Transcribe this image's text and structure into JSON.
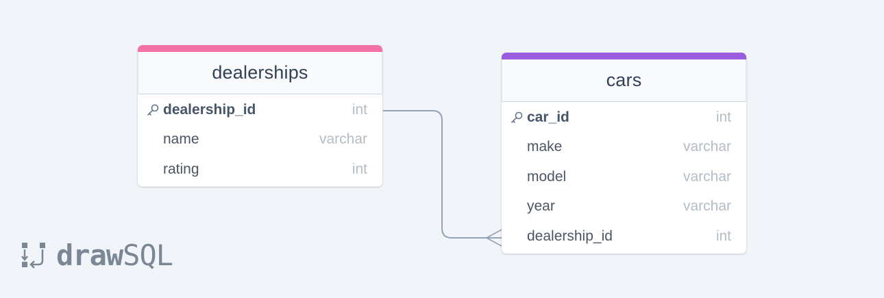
{
  "colors": {
    "background": "#f1f5f9",
    "dealerships_accent": "#f472a6",
    "cars_accent": "#9b5cdd",
    "connector": "#94a3b8"
  },
  "tables": [
    {
      "title": "dealerships",
      "columns": [
        {
          "name": "dealership_id",
          "type": "int",
          "primary_key": true
        },
        {
          "name": "name",
          "type": "varchar",
          "primary_key": false
        },
        {
          "name": "rating",
          "type": "int",
          "primary_key": false
        }
      ]
    },
    {
      "title": "cars",
      "columns": [
        {
          "name": "car_id",
          "type": "int",
          "primary_key": true
        },
        {
          "name": "make",
          "type": "varchar",
          "primary_key": false
        },
        {
          "name": "model",
          "type": "varchar",
          "primary_key": false
        },
        {
          "name": "year",
          "type": "varchar",
          "primary_key": false
        },
        {
          "name": "dealership_id",
          "type": "int",
          "primary_key": false
        }
      ]
    }
  ],
  "relationship": {
    "from": "dealerships.dealership_id",
    "to": "cars.dealership_id",
    "cardinality": "one-to-many",
    "icon": "crows-foot-icon"
  },
  "logo": {
    "icon": "drawsql-logo-icon",
    "text_bold": "draw",
    "text_light": "SQL"
  }
}
